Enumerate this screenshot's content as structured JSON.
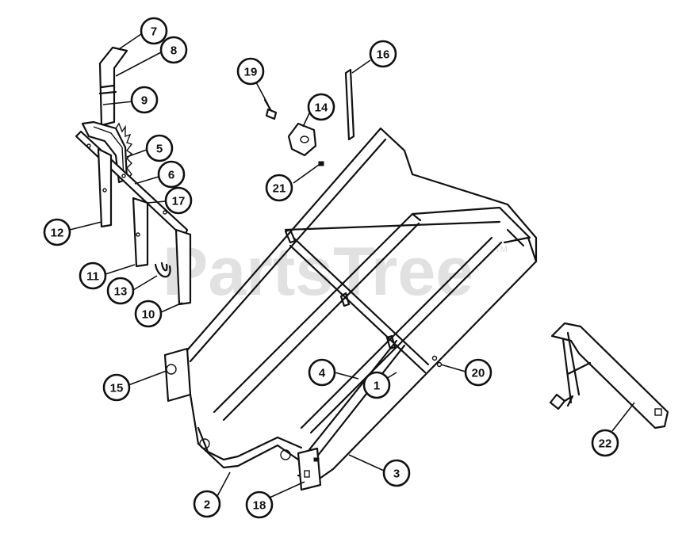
{
  "watermark": {
    "text": "PartsTree",
    "tm": "TM"
  },
  "callouts": [
    "7",
    "8",
    "9",
    "5",
    "6",
    "17",
    "12",
    "11",
    "13",
    "10",
    "19",
    "14",
    "21",
    "16",
    "15",
    "4",
    "1",
    "20",
    "2",
    "18",
    "3",
    "22"
  ]
}
